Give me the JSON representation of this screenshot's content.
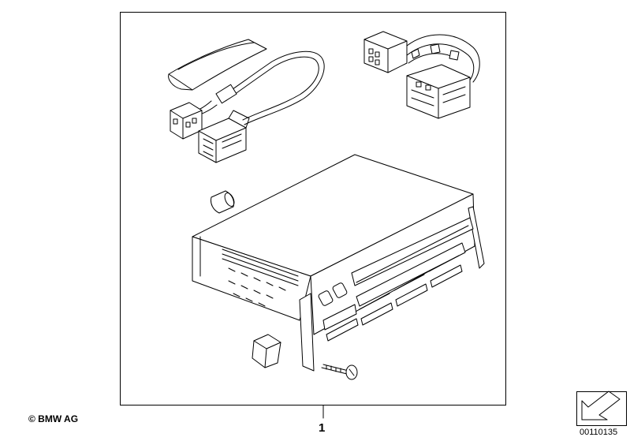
{
  "copyright": "© BMW AG",
  "part_number": "1",
  "reference_code": "00110135",
  "icons": {
    "view_arrow": "arrow-icon"
  }
}
